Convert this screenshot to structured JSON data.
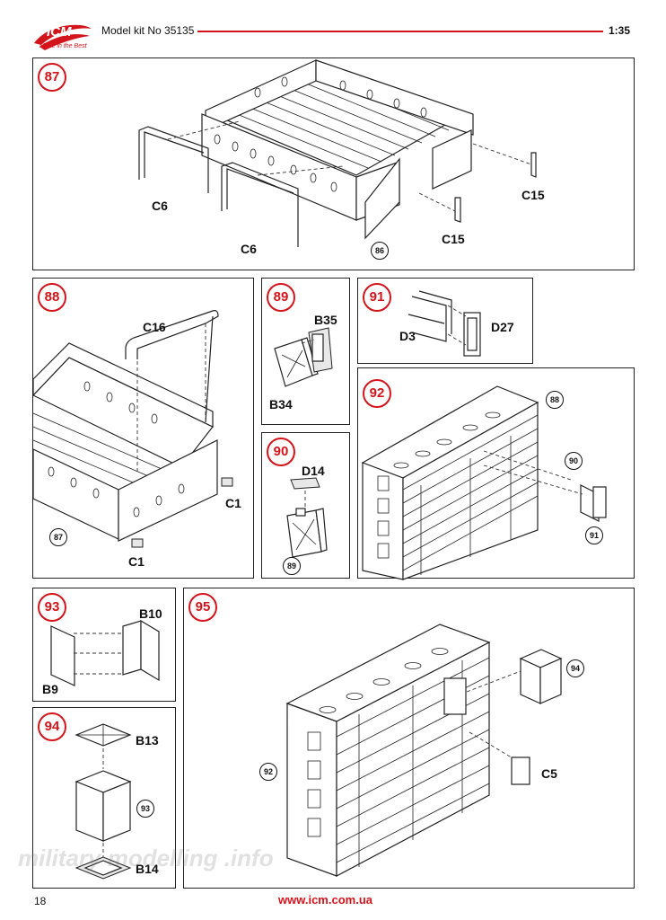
{
  "header": {
    "brand": "ICM",
    "brand_tagline": "Made in the Best",
    "title": "Model kit No 35135",
    "scale": "1:35"
  },
  "footer": {
    "page_number": "18",
    "url": "www.icm.com.ua",
    "watermark": "military modelling .info"
  },
  "steps": {
    "s87": {
      "number": "87",
      "labels": {
        "c6a": "C6",
        "c6b": "C6",
        "c15a": "C15",
        "c15b": "C15"
      },
      "ref": "86"
    },
    "s88": {
      "number": "88",
      "labels": {
        "c16": "C16",
        "c1a": "C1",
        "c1b": "C1"
      },
      "ref": "87"
    },
    "s89": {
      "number": "89",
      "labels": {
        "b35": "B35",
        "b34": "B34"
      }
    },
    "s90": {
      "number": "90",
      "labels": {
        "d14": "D14"
      },
      "ref": "89"
    },
    "s91": {
      "number": "91",
      "labels": {
        "d3": "D3",
        "d27": "D27"
      }
    },
    "s92": {
      "number": "92",
      "refs": {
        "r88": "88",
        "r90": "90",
        "r91": "91"
      }
    },
    "s93": {
      "number": "93",
      "labels": {
        "b10": "B10",
        "b9": "B9"
      }
    },
    "s94": {
      "number": "94",
      "labels": {
        "b13": "B13",
        "b14": "B14"
      },
      "ref": "93"
    },
    "s95": {
      "number": "95",
      "labels": {
        "c5": "C5"
      },
      "refs": {
        "r94": "94",
        "r92": "92"
      }
    }
  },
  "colors": {
    "accent": "#d4141b",
    "line": "#222222"
  }
}
